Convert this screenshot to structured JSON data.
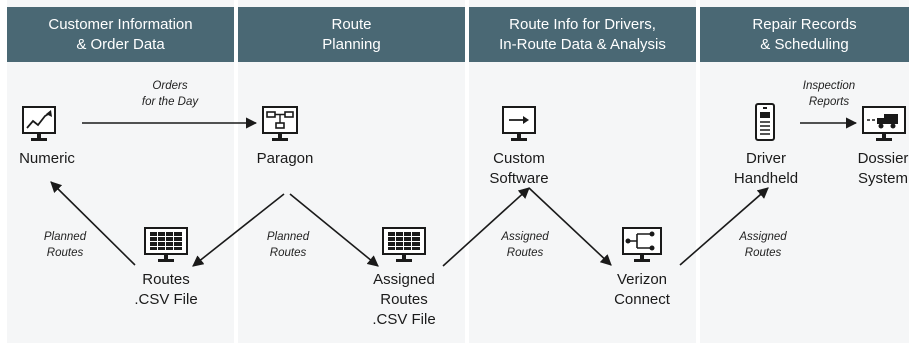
{
  "headers": [
    {
      "line1": "Customer Information",
      "line2": "& Order Data"
    },
    {
      "line1": "Route",
      "line2": "Planning"
    },
    {
      "line1": "Route Info for Drivers,",
      "line2": "In-Route Data & Analysis"
    },
    {
      "line1": "Repair Records",
      "line2": "& Scheduling"
    }
  ],
  "nodes": {
    "numeric": {
      "lines": [
        "Numeric"
      ],
      "icon": "trend-chart-monitor-icon"
    },
    "paragon": {
      "lines": [
        "Paragon"
      ],
      "icon": "flow-monitor-icon"
    },
    "custom_software": {
      "lines": [
        "Custom",
        "Software"
      ],
      "icon": "arrow-monitor-icon"
    },
    "driver_handheld": {
      "lines": [
        "Driver",
        "Handheld"
      ],
      "icon": "handheld-device-icon"
    },
    "dossier_system": {
      "lines": [
        "Dossier",
        "System"
      ],
      "icon": "truck-monitor-icon"
    },
    "routes_csv": {
      "lines": [
        "Routes",
        ".CSV File"
      ],
      "icon": "spreadsheet-monitor-icon"
    },
    "assigned_routes_csv": {
      "lines": [
        "Assigned",
        "Routes",
        ".CSV File"
      ],
      "icon": "spreadsheet-monitor-icon"
    },
    "verizon_connect": {
      "lines": [
        "Verizon",
        "Connect"
      ],
      "icon": "network-monitor-icon"
    }
  },
  "edge_labels": {
    "orders": [
      "Orders",
      "for the Day"
    ],
    "inspection": [
      "Inspection",
      "Reports"
    ],
    "planned_left": [
      "Planned",
      "Routes"
    ],
    "planned_mid": [
      "Planned",
      "Routes"
    ],
    "assigned_mid": [
      "Assigned",
      "Routes"
    ],
    "assigned_right": [
      "Assigned",
      "Routes"
    ]
  },
  "colors": {
    "header_bg": "#4a6874",
    "column_bg": "#f5f6f7",
    "line": "#1a1a1a"
  }
}
